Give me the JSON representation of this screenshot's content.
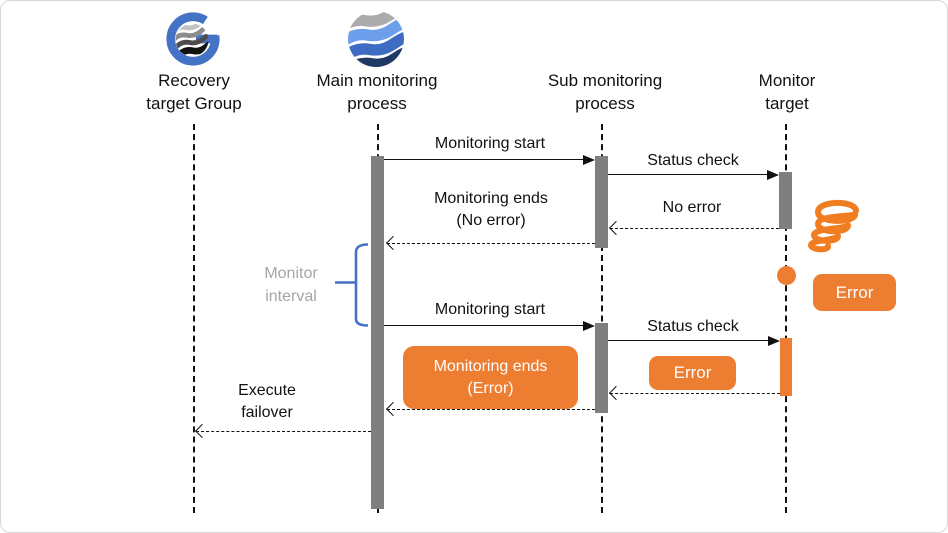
{
  "window": {
    "background": "#FFFFFF",
    "border_color": "#D8D8D8"
  },
  "diagram": {
    "actors": [
      {
        "name": "Recovery\ntarget Group",
        "icon": "recovery-group-logo"
      },
      {
        "name": "Main monitoring\nprocess",
        "icon": "cluster-waves-logo"
      },
      {
        "name": "Sub monitoring\nprocess",
        "icon": null
      },
      {
        "name": "Monitor\ntarget",
        "icon": null
      }
    ],
    "messages": [
      {
        "label": "Monitoring start",
        "from": "Main monitoring process",
        "to": "Sub monitoring process",
        "line": "solid"
      },
      {
        "label": "Status check",
        "from": "Sub monitoring process",
        "to": "Monitor target",
        "line": "solid"
      },
      {
        "label": "No error",
        "from": "Monitor target",
        "to": "Sub monitoring process",
        "line": "dashed"
      },
      {
        "label": "Monitoring ends\n(No error)",
        "from": "Sub monitoring process",
        "to": "Main monitoring process",
        "line": "dashed"
      },
      {
        "label": "Monitoring start",
        "from": "Main monitoring process",
        "to": "Sub monitoring process",
        "line": "solid"
      },
      {
        "label": "Status check",
        "from": "Sub monitoring process",
        "to": "Monitor target",
        "line": "solid"
      },
      {
        "label": "Error",
        "from": "Monitor target",
        "to": "Sub monitoring process",
        "line": "dashed",
        "label_style": "orange-box"
      },
      {
        "label": "Monitoring ends\n(Error)",
        "from": "Sub monitoring process",
        "to": "Main monitoring process",
        "line": "dashed",
        "label_style": "orange-box"
      },
      {
        "label": "Execute\nfailover",
        "from": "Main monitoring process",
        "to": "Recovery target Group",
        "line": "dashed"
      }
    ],
    "annotations": {
      "monitor_interval_label": "Monitor\ninterval",
      "error_callout_label": "Error"
    },
    "colors": {
      "accent_orange": "#ED7D31",
      "activation_gray": "#7F7F7F",
      "brace_blue": "#4472C4",
      "interval_text_gray": "#A6A6A6"
    }
  }
}
